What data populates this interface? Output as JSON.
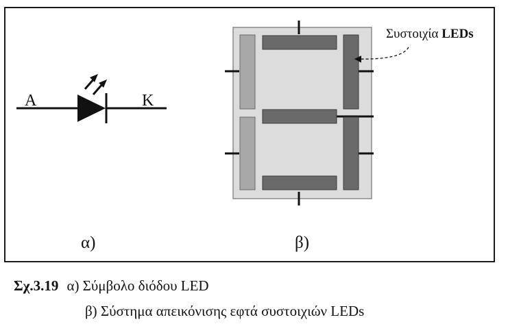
{
  "diagram": {
    "symbol": {
      "anode_label": "A",
      "cathode_label": "K",
      "sub_label": "α)"
    },
    "display": {
      "array_label_prefix": "Συστοιχία ",
      "array_label_bold": "LEDs",
      "sub_label": "β)",
      "colors": {
        "horizontal_segment": "#6a6a6a",
        "right_segment": "#6a6a6a",
        "left_segment": "#a8a8a8",
        "panel": "#dcdcdc"
      }
    }
  },
  "caption": {
    "figure_number": "Σχ.3.19",
    "line1": "α) Σύμβολο διόδου LED",
    "line2": "β) Σύστημα απεικόνισης εφτά συστοιχιών LEDs"
  }
}
